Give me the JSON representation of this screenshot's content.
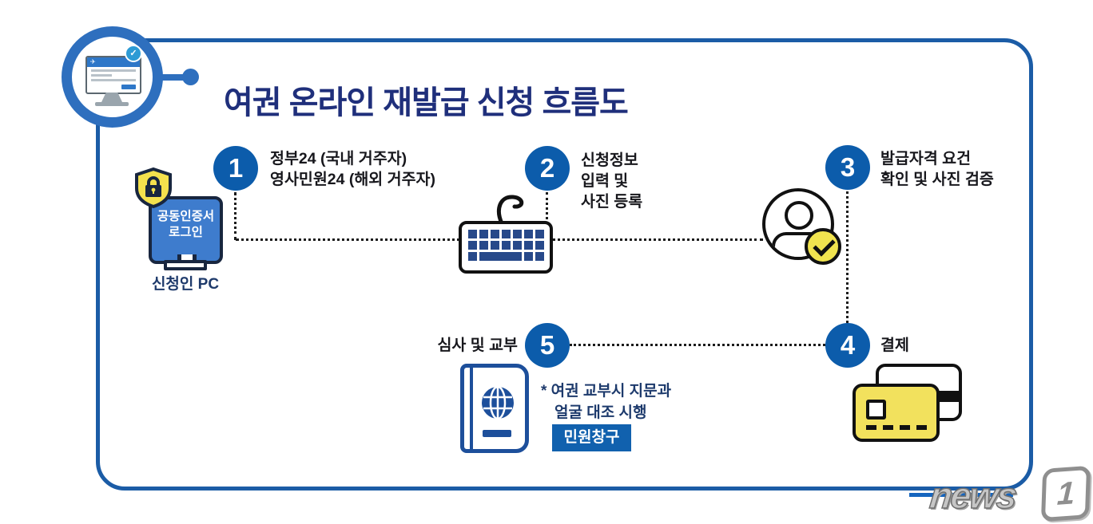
{
  "title": "여권 온라인 재발급 신청 흐름도",
  "steps": [
    {
      "num": "1",
      "lines": [
        "정부24 (국내 거주자)",
        "영사민원24 (해외 거주자)"
      ]
    },
    {
      "num": "2",
      "lines": [
        "신청정보",
        "입력 및",
        "사진 등록"
      ]
    },
    {
      "num": "3",
      "lines": [
        "발급자격 요건",
        "확인 및 사진 검증"
      ]
    },
    {
      "num": "4",
      "lines": [
        "결제"
      ]
    },
    {
      "num": "5",
      "lines": [
        "심사 및 교부"
      ]
    }
  ],
  "applicant_pc": {
    "screen_lines": [
      "공동인증서",
      "로그인"
    ],
    "caption": "신청인 PC"
  },
  "note": {
    "lines": [
      "* 여권 교부시 지문과",
      "얼굴 대조 시행"
    ],
    "window_label": "민원창구"
  },
  "watermark": {
    "news": "news",
    "one": "1"
  },
  "colors": {
    "frame_blue": "#1b5ca6",
    "ring_blue": "#2e6fbe",
    "step_circle_blue": "#0c5cab",
    "title_navy": "#1f2f7b",
    "text_dark": "#17171c",
    "label_navy": "#1d3a6c",
    "button_blue": "#1161ae",
    "monitor_screen_blue": "#3e7ccd",
    "accent_yellow": "#f2e15d",
    "passport_blue": "#1d4f9b",
    "keyboard_key_navy": "#27498a"
  }
}
